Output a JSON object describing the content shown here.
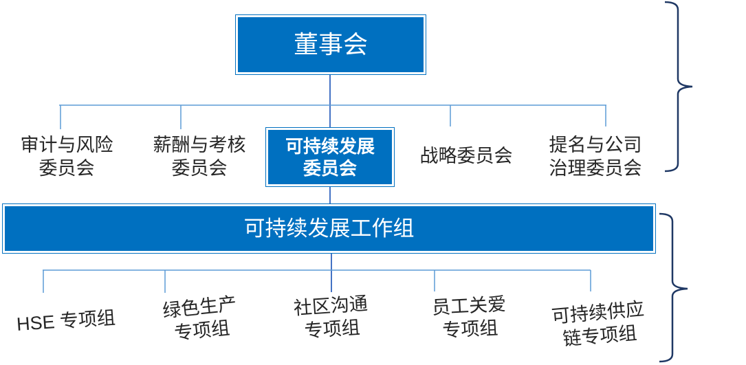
{
  "org": {
    "board": {
      "label": "董事会"
    },
    "committees": [
      {
        "id": "audit-risk",
        "label": "审计与风险\n委员会",
        "highlighted": false
      },
      {
        "id": "remuneration-assessment",
        "label": "薪酬与考核\n委员会",
        "highlighted": false
      },
      {
        "id": "sustainable-development",
        "label": "可持续发展\n委员会",
        "highlighted": true
      },
      {
        "id": "strategy",
        "label": "战略委员会",
        "highlighted": false
      },
      {
        "id": "nomination-governance",
        "label": "提名与公司\n治理委员会",
        "highlighted": false
      }
    ],
    "workgroup": {
      "label": "可持续发展工作组"
    },
    "taskforces": [
      {
        "id": "hse",
        "label": "HSE 专项组"
      },
      {
        "id": "green-production",
        "label": "绿色生产\n专项组"
      },
      {
        "id": "community-communication",
        "label": "社区沟通\n专项组"
      },
      {
        "id": "employee-care",
        "label": "员工关爱\n专项组"
      },
      {
        "id": "sustainable-supply-chain",
        "label": "可持续供应\n链专项组"
      }
    ]
  },
  "colors": {
    "box_fill_blue": "#0070C0",
    "box_border_white": "#ffffff",
    "trunk_line_blue": "#4472C4",
    "branch_line_blue": "#5B9BD5",
    "brace_navy": "#1F3864",
    "label_text_gray": "#262626",
    "box_text_white": "#ffffff",
    "background": "#ffffff"
  }
}
